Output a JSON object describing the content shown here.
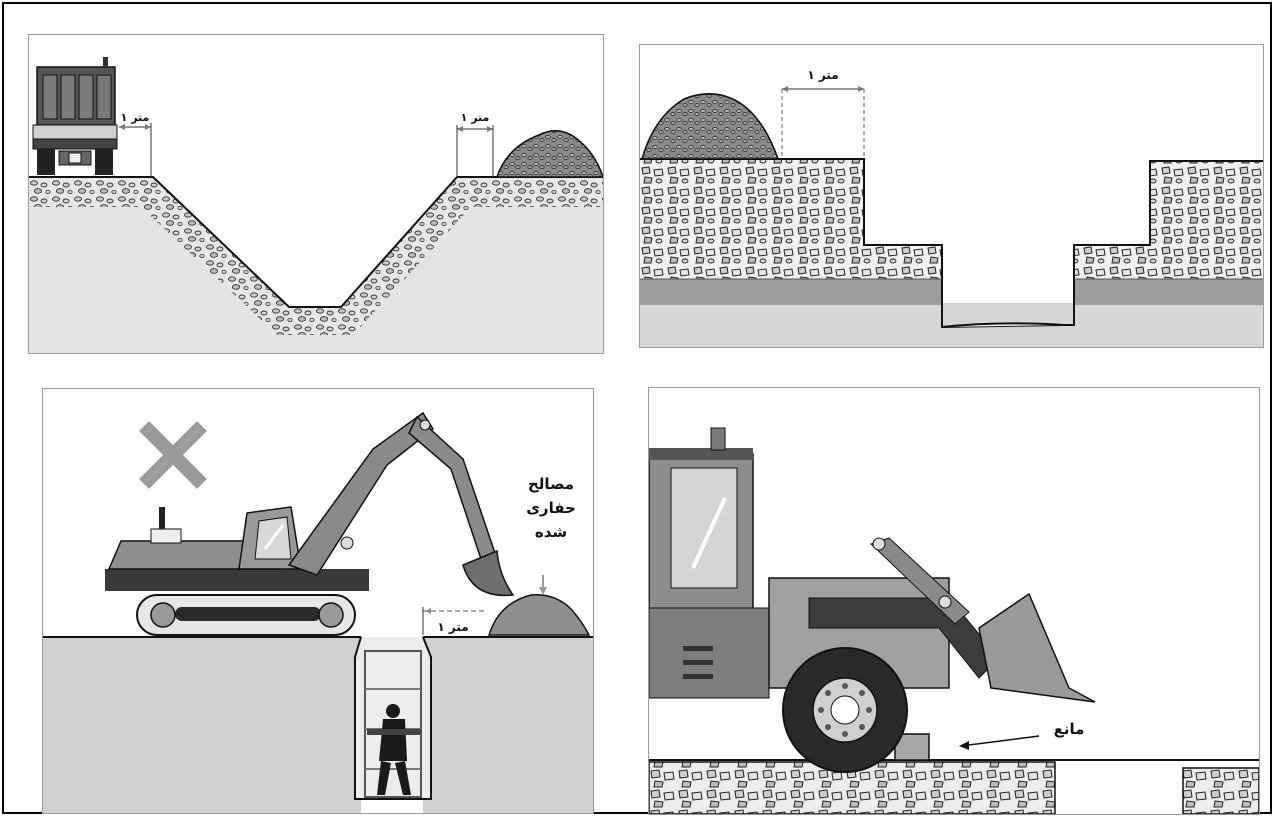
{
  "panels": {
    "trench_section": {
      "distance_left": "۱ متر",
      "distance_right": "۱ متر"
    },
    "stepped_excavation": {
      "distance": "۱ متر"
    },
    "excavator_trench": {
      "distance": "۱ متر",
      "spoil_label_line1": "مصالح",
      "spoil_label_line2": "حفاری",
      "spoil_label_line3": "شده",
      "prohibited_mark": "cross-icon"
    },
    "loader_stop": {
      "barrier_label": "مانع"
    }
  },
  "colors": {
    "soil": "#d9d9d9",
    "stone_fill": "#c9c9c9",
    "ground": "#cfcfcf",
    "machine_dark": "#3d3d3d",
    "machine_mid": "#8c8c8c",
    "cross_mark": "#9a9a9a"
  }
}
